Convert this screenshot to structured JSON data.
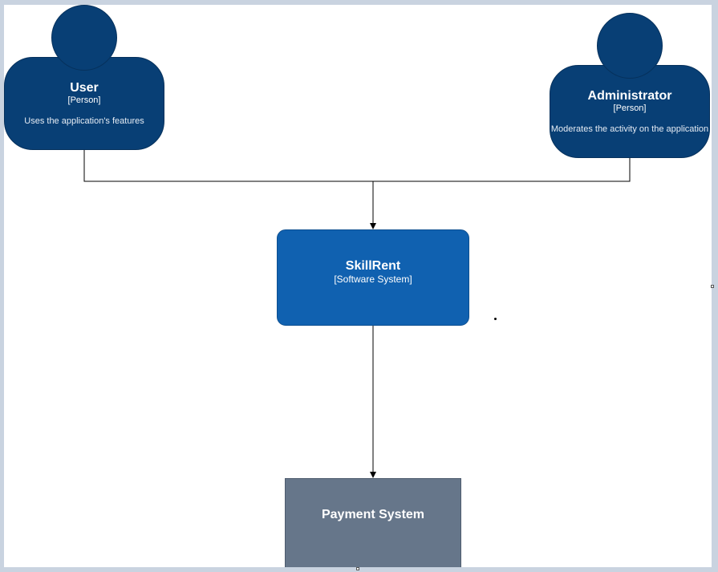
{
  "diagram": {
    "nodes": {
      "user": {
        "title": "User",
        "tech": "[Person]",
        "description": "Uses the application's features"
      },
      "admin": {
        "title": "Administrator",
        "tech": "[Person]",
        "description": "Moderates the activity on the application"
      },
      "system": {
        "title": "SkillRent",
        "tech": "[Software System]"
      },
      "payment": {
        "title": "Payment System"
      }
    },
    "edges": [
      {
        "from": "User",
        "to": "SkillRent"
      },
      {
        "from": "Administrator",
        "to": "SkillRent"
      },
      {
        "from": "SkillRent",
        "to": "Payment System"
      }
    ],
    "colors": {
      "person": "#083f75",
      "software_system": "#1061b0",
      "external_system": "#66768a",
      "edge": "#000000",
      "canvas_background": "#ffffff",
      "window_background": "#c9d3e0"
    }
  }
}
